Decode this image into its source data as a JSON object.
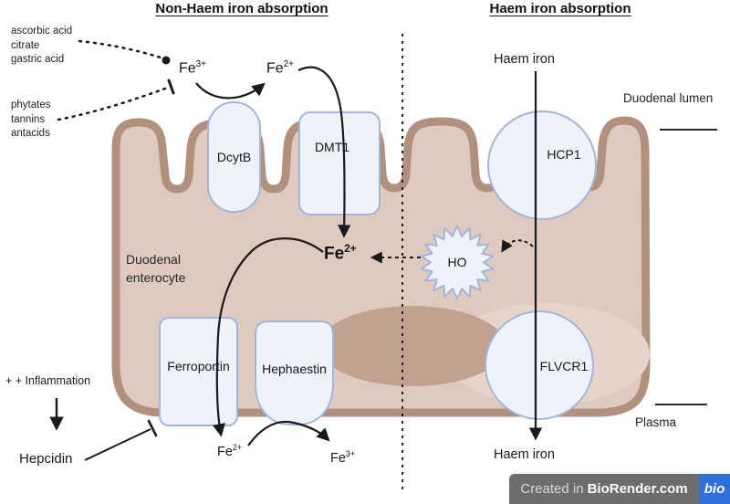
{
  "titles": {
    "non_haem": "Non-Haem iron absorption",
    "haem": "Haem iron absorption"
  },
  "modulators": {
    "enhancers": [
      "ascorbic acid",
      "citrate",
      "gastric acid"
    ],
    "inhibitors": [
      "phytates",
      "tannins",
      "antacids"
    ]
  },
  "ions": {
    "fe3_lumen": {
      "base": "Fe",
      "charge": "3+"
    },
    "fe2_lumen": {
      "base": "Fe",
      "charge": "2+"
    },
    "fe2_cytosol": {
      "base": "Fe",
      "charge": "2+"
    },
    "fe2_plasma": {
      "base": "Fe",
      "charge": "2+"
    },
    "fe3_plasma": {
      "base": "Fe",
      "charge": "3+"
    }
  },
  "proteins": {
    "dcytb": "DcytB",
    "dmt1": "DMT1",
    "hcp1": "HCP1",
    "ho": "HO",
    "ferroportin": "Ferroportin",
    "hephaestin": "Hephaestin",
    "flvcr1": "FLVCR1"
  },
  "labels": {
    "haem_iron_top": "Haem iron",
    "haem_iron_bottom": "Haem iron",
    "duodenal_lumen": "Duodenal lumen",
    "plasma": "Plasma",
    "cell": "Duodenal\nenterocyte",
    "inflammation": "+ + Inflammation",
    "hepcidin": "Hepcidin"
  },
  "watermark": {
    "prefix": "Created in",
    "brand": "BioRender.com",
    "logo": "bio"
  },
  "colors": {
    "cell_fill": "#decabf",
    "cell_border": "#b2907e",
    "cell_inner_light": "#e6d4c8",
    "nucleus": "#c2a190",
    "protein_fill": "#edf2fb",
    "protein_border": "#a3b5dc",
    "arrow": "#1a1a1a",
    "watermark_bg": "#6d6d6d",
    "watermark_accent": "#2e6fdb"
  }
}
